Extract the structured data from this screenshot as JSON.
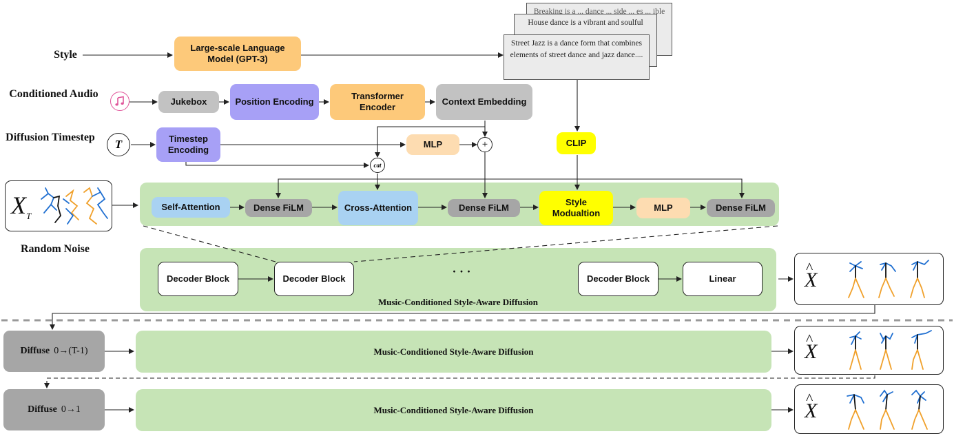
{
  "inputs": {
    "style": "Style",
    "conditioned_audio": "Conditioned Audio",
    "diffusion_timestep": "Diffusion Timestep",
    "random_noise": "Random Noise",
    "noise_symbol": "X",
    "noise_subscript": "T",
    "timestep_symbol": "T",
    "music_icon": "music-note-icon"
  },
  "modules": {
    "llm": "Large-scale Language Model (GPT-3)",
    "jukebox": "Jukebox",
    "position_encoding": "Position Encoding",
    "transformer_encoder": "Transformer Encoder",
    "context_embedding": "Context Embedding",
    "timestep_encoding": "Timestep Encoding",
    "mlp_top": "MLP",
    "clip": "CLIP",
    "plus": "+",
    "cat": "cat"
  },
  "style_texts": {
    "card_back": "Breaking is a ... dance ... side ... es ... ible",
    "card_middle": "House dance is a vibrant and soulful",
    "card_front": "Street Jazz is a dance form that combines elements of street dance and jazz dance...."
  },
  "block": {
    "self_attention": "Self-Attention",
    "dense_film_1": "Dense FiLM",
    "cross_attention": "Cross-Attention",
    "dense_film_2": "Dense FiLM",
    "style_modulation": "Style Modualtion",
    "mlp": "MLP",
    "dense_film_3": "Dense FiLM"
  },
  "decoder": {
    "block_1": "Decoder Block",
    "block_2": "Decoder Block",
    "ellipsis": "· · ·",
    "block_3": "Decoder Block",
    "linear": "Linear",
    "title": "Music-Conditioned Style-Aware Diffusion"
  },
  "steps": {
    "diffuse_1_word": "Diffuse",
    "diffuse_1_range": "0→(T-1)",
    "diffuse_2_word": "Diffuse",
    "diffuse_2_range": "0→1",
    "panel_1": "Music-Conditioned Style-Aware Diffusion",
    "panel_2": "Music-Conditioned Style-Aware Diffusion"
  },
  "outputs": {
    "symbol": "X",
    "hat": "^"
  },
  "colors": {
    "orange": "#fdc97a",
    "light_orange": "#fddcb1",
    "purple": "#a7a0f6",
    "gray": "#c2c2c2",
    "dark_gray": "#a6a6a6",
    "blue": "#a9d2f2",
    "yellow": "#ffff00",
    "green": "#c6e4b6",
    "skeleton_blue": "#1f6fd1",
    "skeleton_orange": "#f0a02a",
    "music_pink": "#e0559a"
  }
}
